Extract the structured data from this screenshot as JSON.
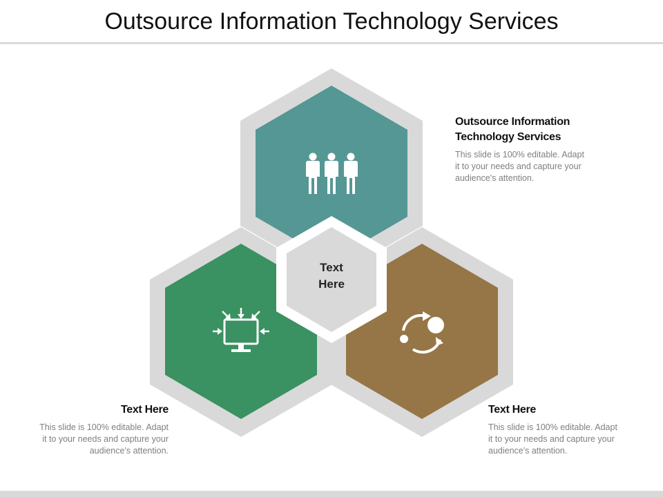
{
  "title": "Outsource Information Technology Services",
  "center": {
    "label_line1": "Text",
    "label_line2": "Here"
  },
  "blocks": [
    {
      "heading_line1": "Outsource Information",
      "heading_line2": "Technology Services",
      "body_line1": "This slide is 100% editable. Adapt",
      "body_line2": "it to your needs and capture your",
      "body_line3": "audience's attention."
    },
    {
      "heading_line1": "Text Here",
      "body_line1": "This slide is 100% editable. Adapt",
      "body_line2": "it to your needs and capture your",
      "body_line3": "audience's attention."
    },
    {
      "heading_line1": "Text Here",
      "body_line1": "This slide is 100% editable. Adapt",
      "body_line2": "it to your needs and capture your",
      "body_line3": "audience's attention."
    }
  ],
  "hexagons": [
    {
      "name": "top",
      "color": "#559794",
      "icon": "team-icon"
    },
    {
      "name": "left",
      "color": "#3a9161",
      "icon": "monitor-icon"
    },
    {
      "name": "right",
      "color": "#967646",
      "icon": "cycle-icon"
    }
  ],
  "colors": {
    "ring": "#d9d9d9",
    "center_fill": "#d9d9d9"
  }
}
